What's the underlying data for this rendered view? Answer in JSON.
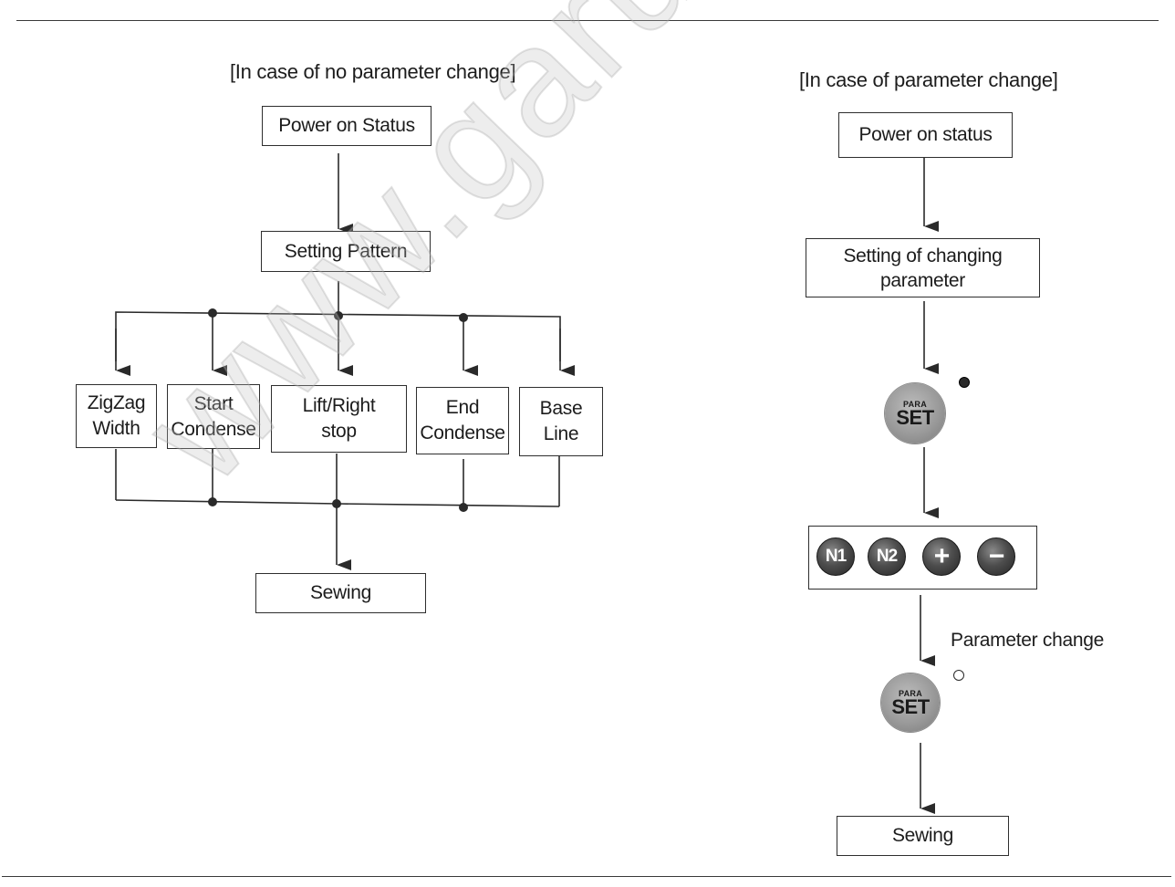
{
  "left_flow": {
    "heading": "[In case of no parameter change]",
    "start": "Power on Status",
    "setting": "Setting Pattern",
    "options": [
      "ZigZag\nWidth",
      "Start\nCondense",
      "Lift/Right\nstop",
      "End\nCondense",
      "Base\nLine"
    ],
    "end": "Sewing"
  },
  "right_flow": {
    "heading": "[In case of parameter change]",
    "start": "Power on status",
    "setting": "Setting of changing\nparameter",
    "para_button_small": "PARA",
    "para_button_big": "SET",
    "keys": [
      "N1",
      "N2",
      "+",
      "−"
    ],
    "change_label": "Parameter change",
    "end": "Sewing"
  },
  "watermark": "www.garudan.cz"
}
